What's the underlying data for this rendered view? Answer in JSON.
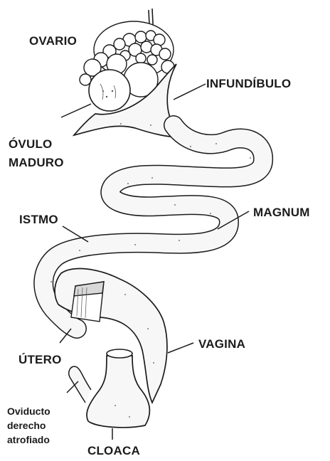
{
  "labels": {
    "ovario": "OVARIO",
    "infundibulo": "INFUNDÍBULO",
    "ovulo_line1": "ÓVULO",
    "ovulo_line2": "MADURO",
    "istmo": "ISTMO",
    "magnum": "MAGNUM",
    "vagina": "VAGINA",
    "utero": "ÚTERO",
    "oviducto_line1": "Oviducto",
    "oviducto_line2": "derecho",
    "oviducto_line3": "atrofiado",
    "cloaca": "CLOACA"
  },
  "colors": {
    "ink": "#1b1b1b",
    "background": "#ffffff",
    "tube_fill": "#f7f7f7"
  }
}
